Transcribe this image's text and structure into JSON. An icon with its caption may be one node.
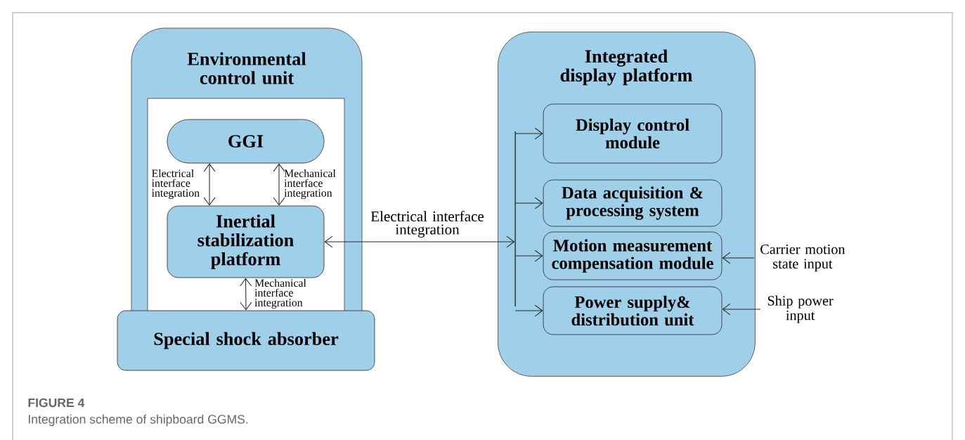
{
  "diagram": {
    "caption": "Integration scheme of shipboard GGMS.",
    "nodes": [
      {
        "text": [
          "Environmental control unit"
        ]
      },
      {
        "text": [
          "GGI"
        ],
        "in": 0
      },
      {
        "text": [
          "Inertial stabilization platform"
        ],
        "in": 0
      },
      {
        "text": [
          "Special shock absorber"
        ]
      },
      {
        "text": [
          "Integrated display platform"
        ]
      },
      {
        "text": [
          "Display control module"
        ],
        "in": 4
      },
      {
        "text": [
          "Data acquisition & processing system"
        ],
        "in": 4
      },
      {
        "text": [
          "Motion measurement compensation module"
        ],
        "in": 4
      },
      {
        "text": [
          "Power supply& distribution unit"
        ],
        "in": 4
      },
      {
        "text": [
          "Carrier motion state input"
        ]
      },
      {
        "text": [
          "Ship power input"
        ]
      },
      {
        "text": [],
        "shape": "bar",
        "in": 4
      }
    ],
    "edges": [
      {
        "from": 1,
        "to": 2,
        "arrow": "both",
        "label": "Electrical interface integration"
      },
      {
        "from": 1,
        "to": 2,
        "arrow": "both",
        "label": "Mechanical interface integration"
      },
      {
        "from": 2,
        "to": 3,
        "arrow": "both",
        "label": "Mechanical interface integration"
      },
      {
        "from": 2,
        "to": 11,
        "arrow": "both",
        "label": "Electrical interface integration"
      },
      {
        "from": 11,
        "to": 5,
        "arrow": "to"
      },
      {
        "from": 11,
        "to": 6,
        "arrow": "to"
      },
      {
        "from": 11,
        "to": 7,
        "arrow": "to"
      },
      {
        "from": 11,
        "to": 8,
        "arrow": "to"
      },
      {
        "from": 9,
        "to": 7,
        "arrow": "to"
      },
      {
        "from": 10,
        "to": 8,
        "arrow": "to"
      }
    ],
    "labels": [
      "FIGURE 4"
    ]
  }
}
